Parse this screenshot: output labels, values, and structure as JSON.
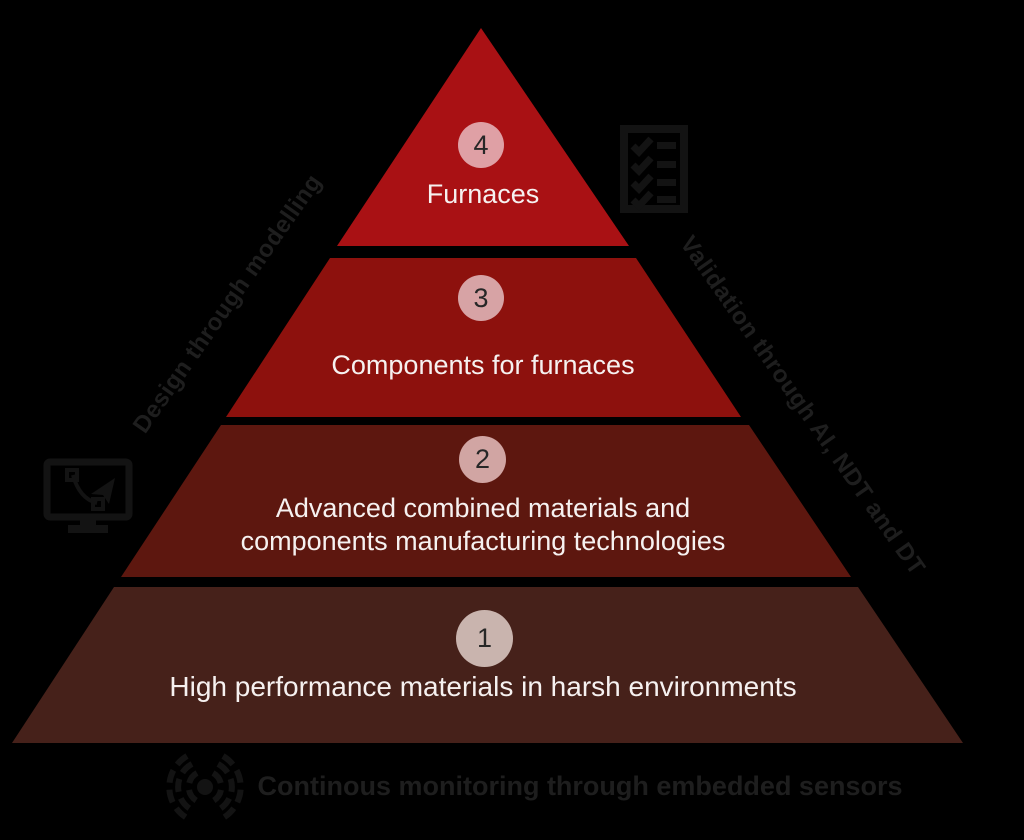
{
  "diagram_type": "pyramid",
  "pyramid": {
    "levels": [
      {
        "number": "4",
        "lines": [
          "Furnaces"
        ],
        "color": "#A91114",
        "badge_color": "#DFA0A5"
      },
      {
        "number": "3",
        "lines": [
          "Components for furnaces"
        ],
        "color": "#8D110D",
        "badge_color": "#D7A3A5"
      },
      {
        "number": "2",
        "lines": [
          "Advanced combined materials and",
          "components  manufacturing technologies"
        ],
        "color": "#5D170F",
        "badge_color": "#D1A5A3"
      },
      {
        "number": "1",
        "lines": [
          "High performance materials in harsh environments"
        ],
        "color": "#46211A",
        "badge_color": "#C9B4AE"
      }
    ]
  },
  "annotations": {
    "left": {
      "text": "Design through modelling"
    },
    "right": {
      "text": "Validation through AI, NDT and DT"
    },
    "bottom": {
      "text": "Continous monitoring through embedded sensors"
    }
  },
  "icons": [
    {
      "name": "checklist-icon",
      "meaning": "validation checklist"
    },
    {
      "name": "design-modelling-monitor-icon",
      "meaning": "design through modelling"
    },
    {
      "name": "embedded-sensor-signal-icon",
      "meaning": "embedded sensors signal"
    }
  ],
  "colors": {
    "background": "#000000",
    "level_4": "#A91114",
    "level_3": "#8D110D",
    "level_2": "#5D170F",
    "level_1": "#46211A",
    "badge_4": "#DFA0A5",
    "badge_3": "#D7A3A5",
    "badge_2": "#D1A5A3",
    "badge_1": "#C9B4AE",
    "level_text": "#F6F1F0",
    "annotation_text": "#1E1E1E",
    "icon": "#131313"
  }
}
